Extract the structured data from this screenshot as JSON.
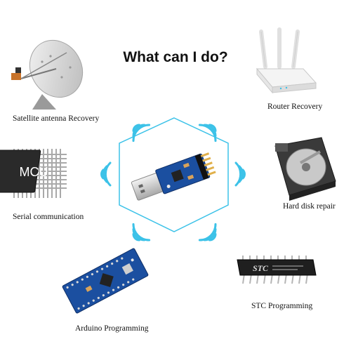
{
  "title": "What can I do?",
  "center": {
    "chip_text": "MCU"
  },
  "applications": [
    {
      "label": "Satellite antenna Recovery",
      "icon": "satellite-dish-icon"
    },
    {
      "label": "Router Recovery",
      "icon": "router-icon"
    },
    {
      "label": "Serial communication",
      "icon": "mcu-chip-icon"
    },
    {
      "label": "Hard disk repair",
      "icon": "hard-disk-icon"
    },
    {
      "label": "STC Programming",
      "icon": "stc-chip-icon"
    },
    {
      "label": "Arduino Programming",
      "icon": "arduino-board-icon"
    }
  ],
  "stc_chip_text": "STC",
  "colors": {
    "accent": "#3cc2e8",
    "board_blue": "#1b4fa0",
    "dark": "#1a1a1a"
  }
}
